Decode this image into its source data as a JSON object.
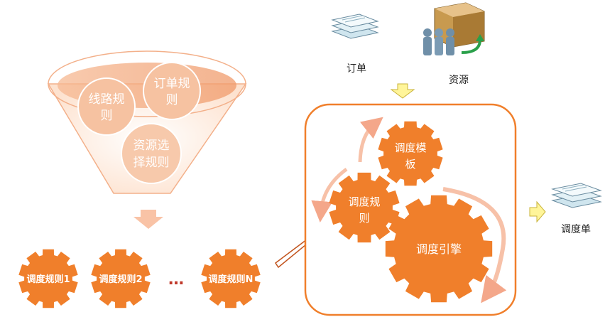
{
  "funnel": {
    "rules": [
      "线路规则",
      "订单规则",
      "资源选择规则"
    ],
    "rule_lines": [
      [
        "线路规",
        "则"
      ],
      [
        "订单规",
        "则"
      ],
      [
        "资源选",
        "择规则"
      ]
    ]
  },
  "instances": [
    "调度规则1",
    "调度规则2",
    "调度规则N"
  ],
  "ellipsis": "…",
  "inputs": {
    "order": "订单",
    "resource": "资源"
  },
  "engine_box": {
    "template_lines": [
      "调度模",
      "板"
    ],
    "rule_lines": [
      "调度规",
      "则"
    ],
    "engine": "调度引擎"
  },
  "output": "调度单",
  "colors": {
    "orange": "#F07F2B",
    "light_orange": "#F7B58C",
    "pale_orange": "#F9D0B4",
    "yellow_arrow": "#FFF59A"
  }
}
